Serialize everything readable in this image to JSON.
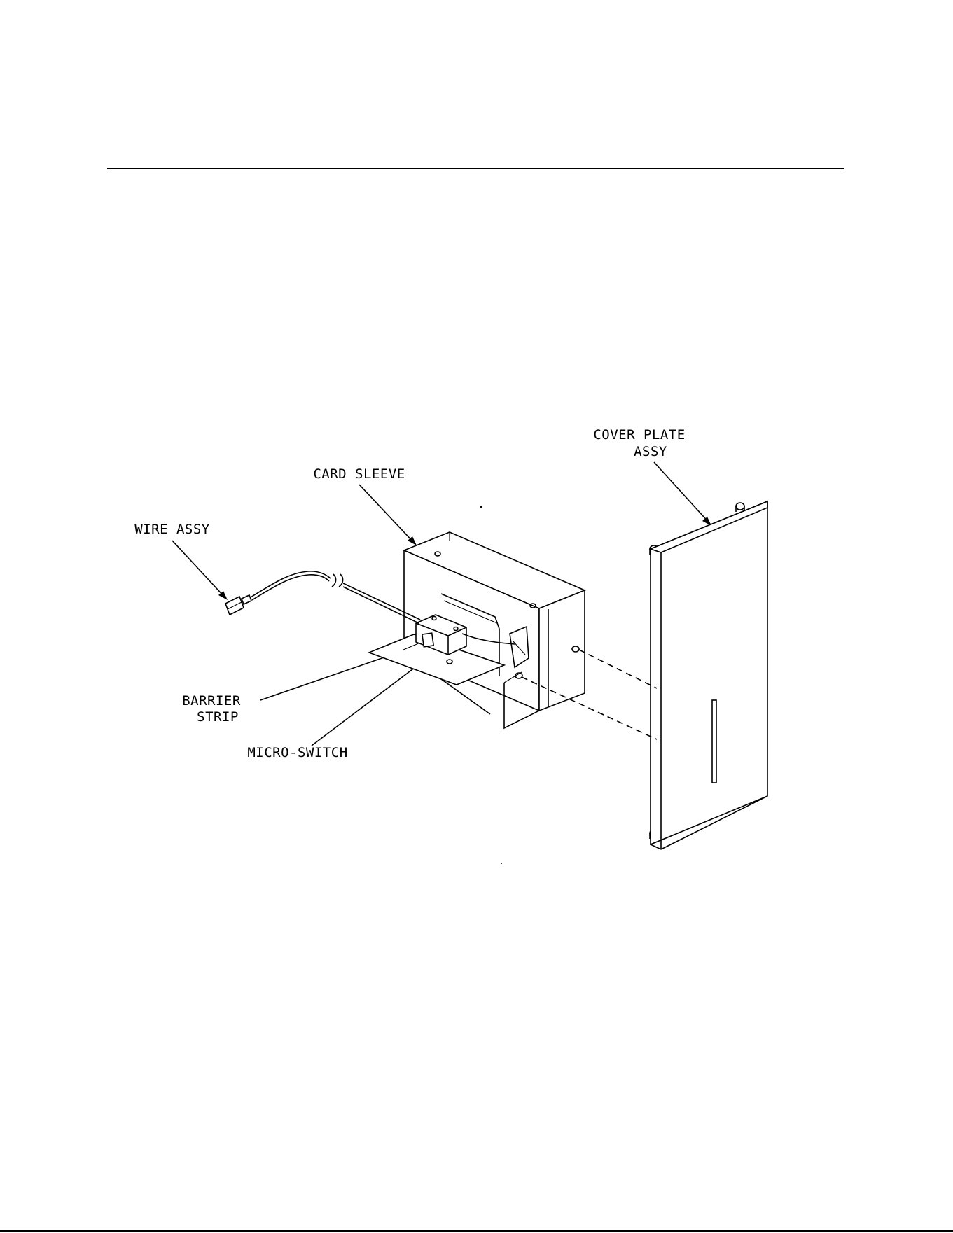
{
  "labels": {
    "cover_plate_line1": "COVER PLATE",
    "cover_plate_line2": "ASSY",
    "card_sleeve": "CARD SLEEVE",
    "wire_assy": "WIRE ASSY",
    "barrier_strip_line1": "BARRIER",
    "barrier_strip_line2": "STRIP",
    "micro_switch": "MICRO-SWITCH"
  }
}
